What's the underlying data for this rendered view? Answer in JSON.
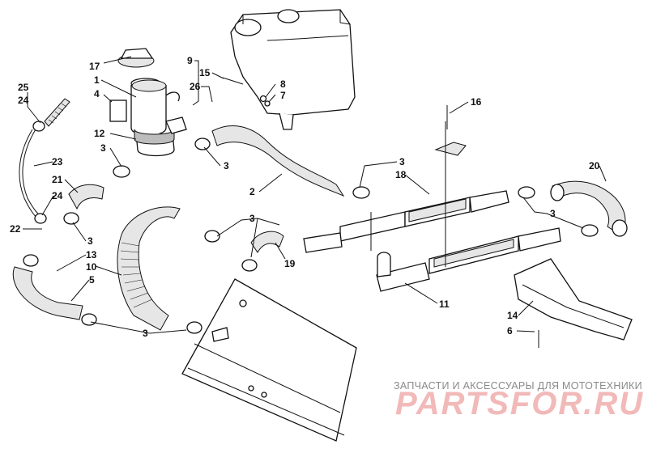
{
  "callouts": [
    {
      "id": "c17",
      "text": "17"
    },
    {
      "id": "c9",
      "text": "9"
    },
    {
      "id": "c1",
      "text": "1"
    },
    {
      "id": "c15",
      "text": "15"
    },
    {
      "id": "c26",
      "text": "26"
    },
    {
      "id": "c8",
      "text": "8"
    },
    {
      "id": "c7",
      "text": "7"
    },
    {
      "id": "c25",
      "text": "25"
    },
    {
      "id": "c24a",
      "text": "24"
    },
    {
      "id": "c4",
      "text": "4"
    },
    {
      "id": "c12",
      "text": "12"
    },
    {
      "id": "c3a",
      "text": "3"
    },
    {
      "id": "c3b",
      "text": "3"
    },
    {
      "id": "c16",
      "text": "16"
    },
    {
      "id": "c23",
      "text": "23"
    },
    {
      "id": "c21",
      "text": "21"
    },
    {
      "id": "c2",
      "text": "2"
    },
    {
      "id": "c3c",
      "text": "3"
    },
    {
      "id": "c18",
      "text": "18"
    },
    {
      "id": "c20",
      "text": "20"
    },
    {
      "id": "c24b",
      "text": "24"
    },
    {
      "id": "c22",
      "text": "22"
    },
    {
      "id": "c3d",
      "text": "3"
    },
    {
      "id": "c3e",
      "text": "3"
    },
    {
      "id": "c13",
      "text": "13"
    },
    {
      "id": "c19",
      "text": "19"
    },
    {
      "id": "c10",
      "text": "10"
    },
    {
      "id": "c5",
      "text": "5"
    },
    {
      "id": "c11",
      "text": "11"
    },
    {
      "id": "c3f",
      "text": "3"
    },
    {
      "id": "c14",
      "text": "14"
    },
    {
      "id": "c6",
      "text": "6"
    },
    {
      "id": "c3g",
      "text": "3"
    }
  ],
  "watermark": {
    "tagline": "ЗАПЧАСТИ И АКСЕССУАРЫ ДЛЯ МОТОТЕХНИКИ",
    "logo": "PARTSFOR.RU",
    "logo_color": "#f2b9b9"
  }
}
